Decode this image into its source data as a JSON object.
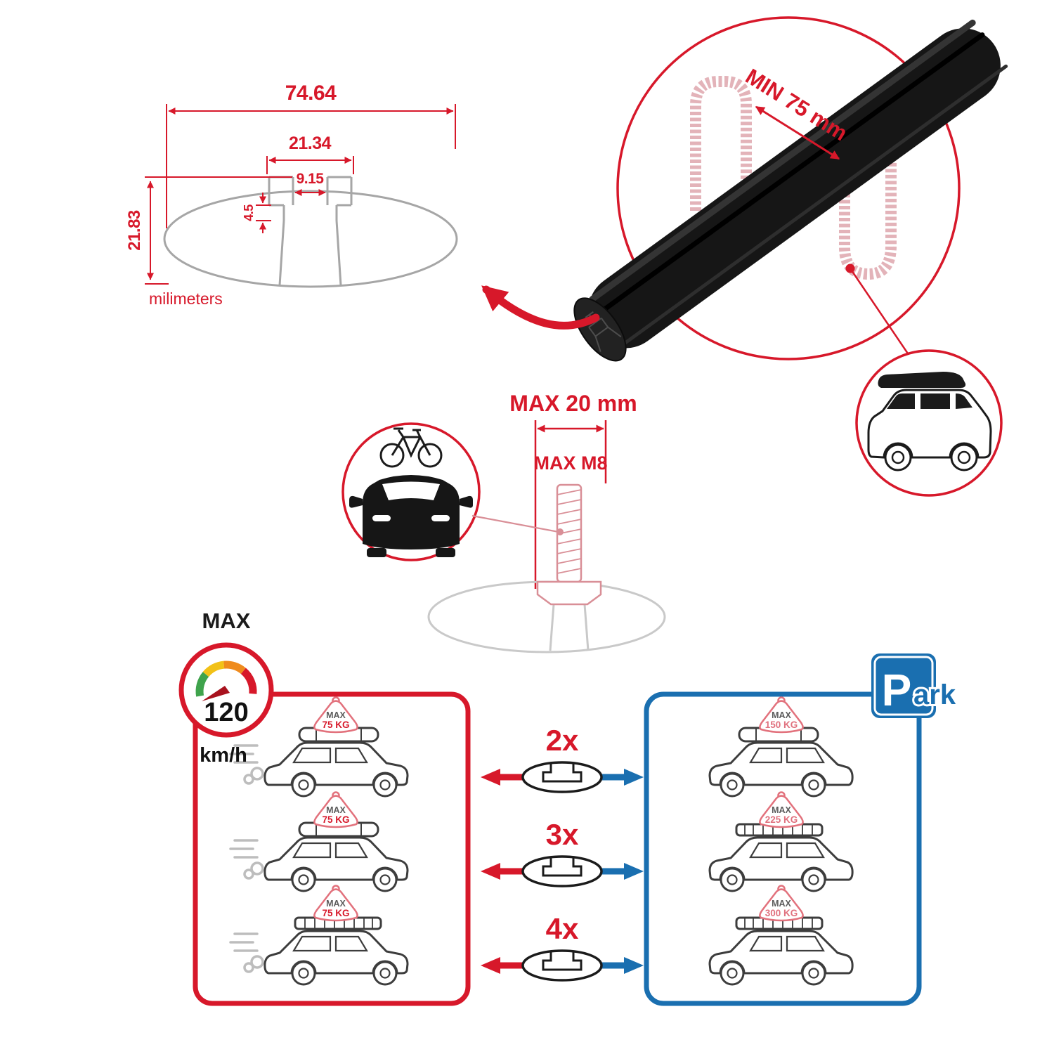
{
  "colors": {
    "accent_red": "#d7182a",
    "accent_blue": "#1a6fb0",
    "pink": "#dd9aa2",
    "profile_gray": "#a6a6a6",
    "bar_black": "#161616"
  },
  "profile_dimensions": {
    "total_width": "74.64",
    "slot_outer_width": "21.34",
    "slot_inner_width": "9.15",
    "slot_depth": "4.5",
    "total_height": "21.83",
    "units_label": "milimeters"
  },
  "crossbar_view": {
    "min_span_label": "MIN 75 mm"
  },
  "bolt_view": {
    "max_width_label": "MAX 20 mm",
    "max_thread_label": "MAX M8"
  },
  "speed_gauge": {
    "max_label": "MAX",
    "speed_value": "120",
    "speed_units": "km/h"
  },
  "parking_sign": {
    "letter": "P",
    "suffix": "ark"
  },
  "bar_quantity_options": [
    "2x",
    "3x",
    "4x"
  ],
  "driving_panel": {
    "cars": [
      {
        "tag_label": "MAX",
        "tag_value": "75 KG"
      },
      {
        "tag_label": "MAX",
        "tag_value": "75 KG"
      },
      {
        "tag_label": "MAX",
        "tag_value": "75 KG"
      }
    ]
  },
  "parking_panel": {
    "cars": [
      {
        "tag_label": "MAX",
        "tag_value": "150 KG"
      },
      {
        "tag_label": "MAX",
        "tag_value": "225 KG"
      },
      {
        "tag_label": "MAX",
        "tag_value": "300 KG"
      }
    ]
  }
}
